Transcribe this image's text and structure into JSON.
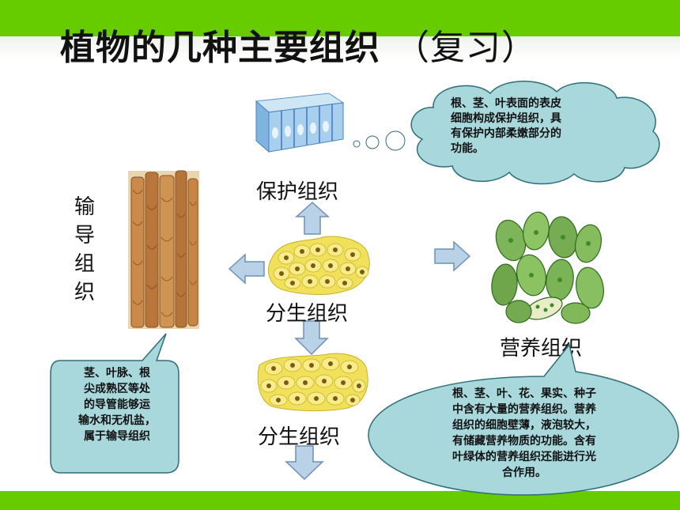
{
  "title": {
    "main": "植物的几种主要组织",
    "sub": "（复习）"
  },
  "labels": {
    "protective": "保护组织",
    "meristem_center": "分生组织",
    "meristem_bottom": "分生组织",
    "nutrient": "营养组织",
    "conducting_chars": [
      "输",
      "导",
      "组",
      "织"
    ]
  },
  "callouts": {
    "protective": [
      "根、茎、叶表面的表皮",
      "细胞构成保护组织，具",
      "有保护内部柔嫩部分的",
      "功能。"
    ],
    "conducting": [
      "茎、叶脉、根",
      "尖成熟区等处",
      "的导管能够运",
      "输水和无机盐，",
      "属于输导组织"
    ],
    "nutrient": [
      "根、茎、叶、花、果实、种子",
      "中含有大量的营养组织。营养",
      "组织的细胞壁薄，液泡较大，",
      "有储藏营养物质的功能。含有",
      "叶绿体的营养组织还能进行光",
      "合作用。"
    ]
  },
  "colors": {
    "band": "#66cc00",
    "callout_fill": "#a8d8dc",
    "arrow_fill": "#b9d2e8",
    "arrow_stroke": "#6f8fb3"
  }
}
